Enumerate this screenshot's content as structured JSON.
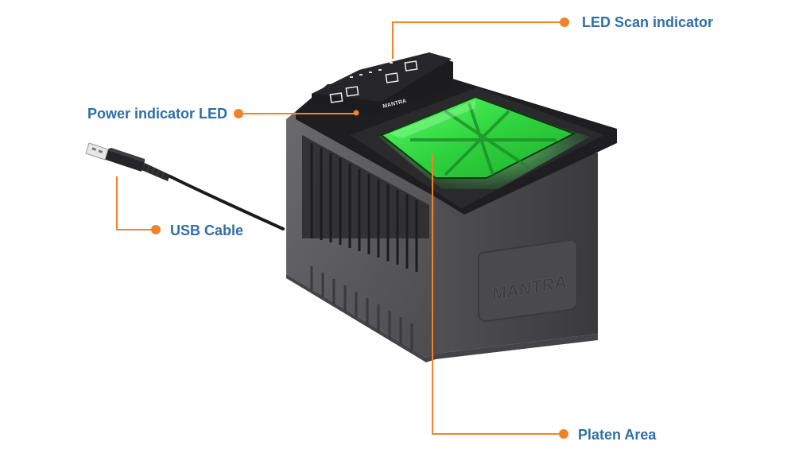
{
  "callouts": {
    "led_scan": "LED Scan indicator",
    "power": "Power indicator LED",
    "usb": "USB Cable",
    "platen": "Platen Area"
  },
  "device": {
    "brand_top": "MANTRA",
    "brand_side": "MANTRA"
  },
  "colors": {
    "callout_line": "#f0832a",
    "callout_text": "#2e6fa7",
    "body": "#5a5a5c",
    "body_dark": "#3a3a3c",
    "platen_glow": "#37e24a",
    "top_panel": "#1c1c1e"
  }
}
